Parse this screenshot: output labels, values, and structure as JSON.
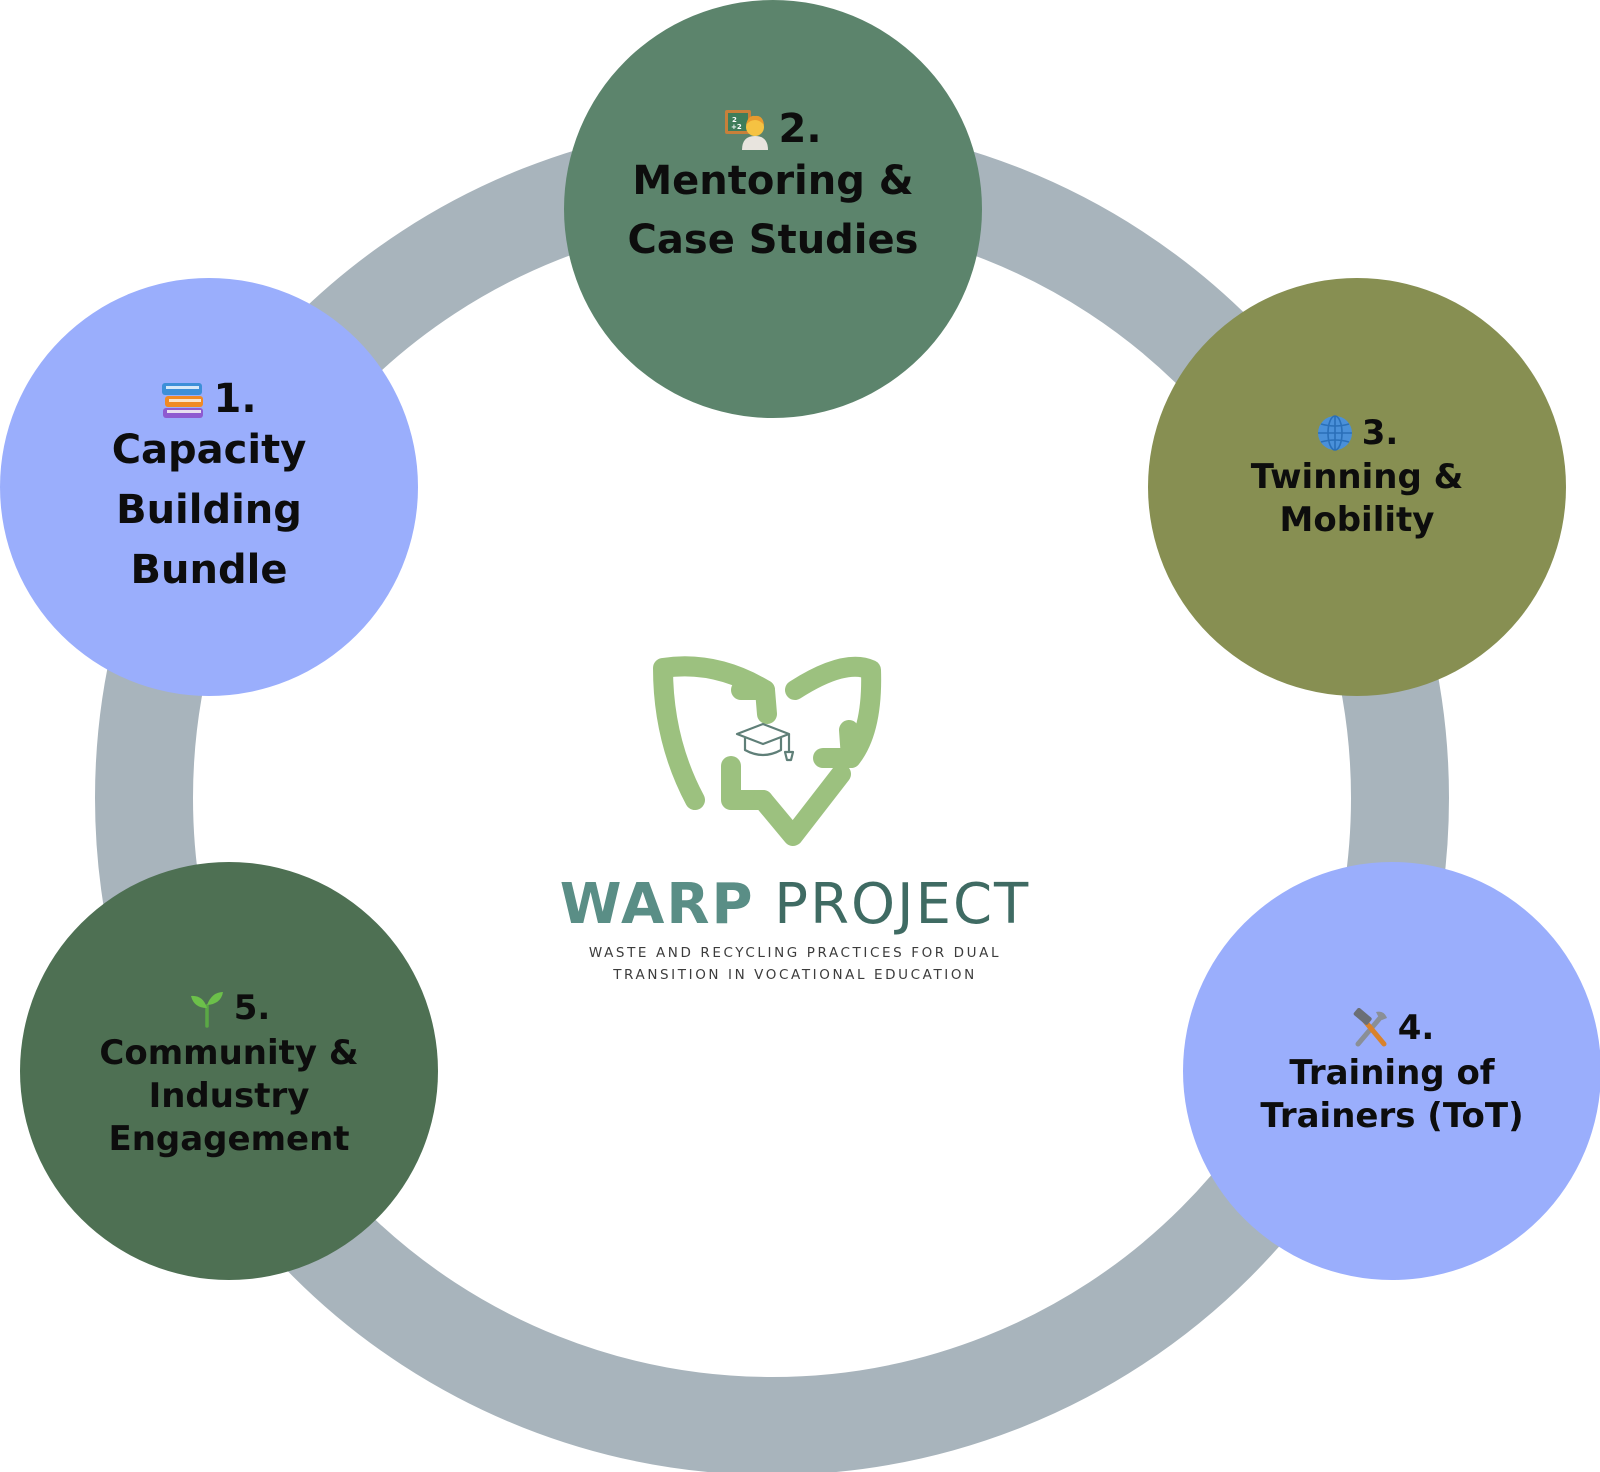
{
  "diagram": {
    "ring_color": "#a8b4bc",
    "nodes": [
      {
        "number": "1.",
        "title": "Capacity Building Bundle",
        "icon": "books-icon",
        "color": "#9aaefc"
      },
      {
        "number": "2.",
        "title": "Mentoring & Case Studies",
        "icon": "teacher-icon",
        "color": "#5c846c"
      },
      {
        "number": "3.",
        "title": "Twinning & Mobility",
        "icon": "globe-icon",
        "color": "#878f52"
      },
      {
        "number": "4.",
        "title": "Training of Trainers (ToT)",
        "icon": "hammer-wrench-icon",
        "color": "#9aaefc"
      },
      {
        "number": "5.",
        "title": "Community & Industry Engagement",
        "icon": "seedling-icon",
        "color": "#4e7053"
      }
    ]
  },
  "logo": {
    "title_part1": "WARP",
    "title_part2": " PROJECT",
    "subtitle_line1": "WASTE AND RECYCLING PRACTICES FOR DUAL",
    "subtitle_line2": "TRANSITION IN VOCATIONAL EDUCATION",
    "arrow_color": "#9cc17f",
    "title_color": "#5a8e86",
    "icon": "recycle-graduation-cap-icon"
  }
}
